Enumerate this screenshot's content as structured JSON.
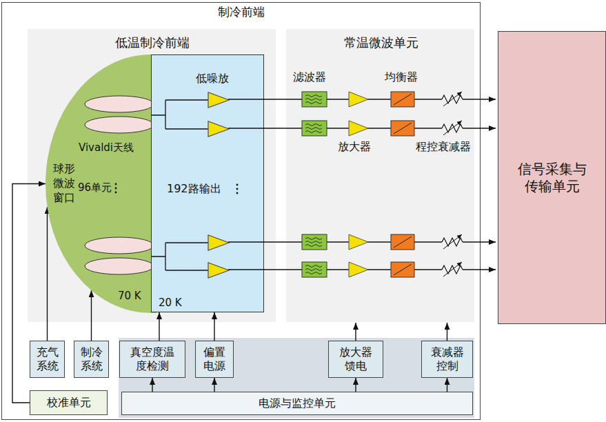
{
  "diagram": {
    "nodes": [
      {
        "text": [
          "制冷前端"
        ]
      },
      {
        "text": [
          "低温制冷前端"
        ],
        "in": 0
      },
      {
        "text": [
          "常温微波单元"
        ],
        "in": 0
      },
      {
        "text": [
          "球形微波窗口",
          "Vivaldi天线",
          "96单元",
          "70 K"
        ],
        "in": 1
      },
      {
        "text": [
          "低噪放",
          "192路输出",
          "20 K"
        ],
        "in": 1
      },
      {
        "text": [
          "信号采集与传输单元"
        ]
      },
      {
        "text": [
          "充气系统"
        ],
        "in": 0
      },
      {
        "text": [
          "制冷系统"
        ],
        "in": 0
      },
      {
        "text": [
          "校准单元"
        ],
        "in": 0
      },
      {
        "text": [
          "真空度温度检测"
        ],
        "in": 0
      },
      {
        "text": [
          "偏置电源"
        ],
        "in": 0
      },
      {
        "text": [
          "放大器馈电"
        ],
        "in": 0
      },
      {
        "text": [
          "衰减器控制"
        ],
        "in": 0
      },
      {
        "text": [
          "电源与监控单元"
        ],
        "in": 0
      }
    ],
    "edges": [
      {
        "from": 6,
        "to": 3,
        "arrow": "to"
      },
      {
        "from": 7,
        "to": 3,
        "arrow": "to"
      },
      {
        "from": 8,
        "to": 3,
        "arrow": "to"
      },
      {
        "from": 9,
        "to": 4,
        "arrow": "to"
      },
      {
        "from": 10,
        "to": 4,
        "arrow": "to"
      },
      {
        "from": 11,
        "to": 2,
        "arrow": "to"
      },
      {
        "from": 12,
        "to": 2,
        "arrow": "to"
      },
      {
        "from": 13,
        "to": 9,
        "arrow": "to"
      },
      {
        "from": 13,
        "to": 10,
        "arrow": "to"
      },
      {
        "from": 13,
        "to": 11,
        "arrow": "to"
      },
      {
        "from": 13,
        "to": 12,
        "arrow": "to"
      }
    ],
    "labels": [
      "滤波器",
      "放大器",
      "均衡器",
      "程控衰减器"
    ]
  }
}
